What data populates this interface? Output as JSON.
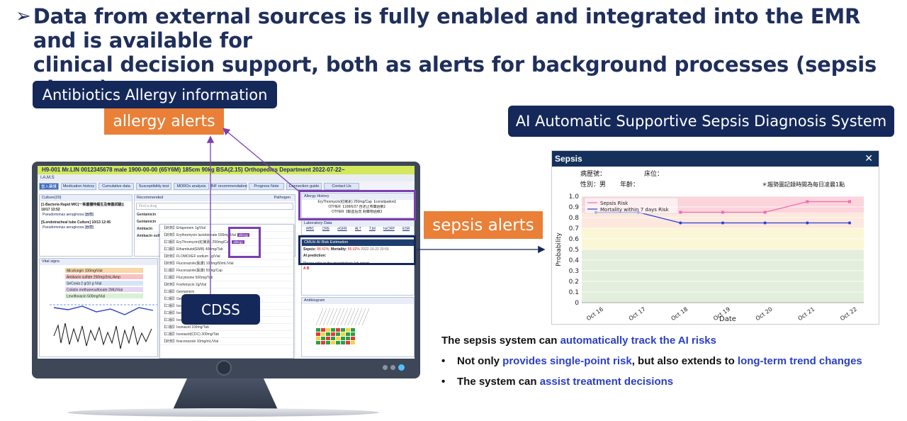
{
  "title": {
    "arrow": "➢",
    "line1": "Data from external sources is fully enabled and integrated into the EMR and is available for",
    "line2": "clinical decision support, both as alerts for background processes (sepsis alerts)"
  },
  "labels": {
    "antibiotics": "Antibiotics Allergy information",
    "allergy_alerts": "allergy alerts",
    "cdss": "CDSS",
    "sepsis_alerts": "sepsis alerts",
    "ai_system": "AI Automatic Supportive Sepsis Diagnosis System"
  },
  "colors": {
    "navy": "#15285a",
    "orange": "#ea7f37",
    "purple": "#7b3fb0",
    "highlight_blue": "#2b3fc4",
    "risk_line": "#f06bb3",
    "mortality_line": "#2a3fd4"
  },
  "emr": {
    "header": "H9-001 Mr.LIN 0012345678 male 1900-00-00 (65Y6M) 185cm 90kg BSA(2.15) Orthopedics Department 2022-07-22~",
    "app_name": "I.A.M.S",
    "tabs": [
      "當入藥護",
      "Medication history",
      "Cumulative data",
      "Susceptibility test",
      "MDROs analysis",
      "INF recommendation",
      "Progress Note",
      "Connection guide",
      "Contact Us"
    ],
    "culture": {
      "head": "Culture(20)",
      "item1": "[1-Bacteria Rapid MIC(一株菌體特擬生及無菌試驗)] 10/17 13:52",
      "item1_org": "Pseudomonas aeruginosa [器菌]",
      "item2": "[S.endotracheal tube Culture] 10/13 12:45",
      "item2_org": "Pseudomonas aeruginosa [器菌]"
    },
    "recommended": {
      "head": "Recommended",
      "pathogen": "Pathogen",
      "search_placeholder": "Find a drug",
      "rows": [
        "Gentamicin",
        "Gentamicin",
        "Amikacin",
        "Amikacin sulf"
      ]
    },
    "drug_list": [
      "【針劑】Ertapenem 1g/Vial",
      "【針劑】Erythromycin lactobionate 500mg/Vial",
      "【口服】EryThromycin(紅黴素) 250mg/Cap",
      "【口服】Ethambutol(EMB) 400mg/Tab",
      "【針劑】FLOMOXEF sodium 1g/Vial",
      "【針劑】Fluconazole(氟康) 100mg/50mL/Vial",
      "【口服】Fluconazole(氟康) 50mg/Cap",
      "【口服】Flucytosine 500mg/Tab",
      "【針劑】Fosfomycin 2g/Vial",
      "【口服】Gentamicin",
      "【口服】Gentamicin",
      "【口服】Isoniazid",
      "【口服】Isoniazid",
      "【口服】Isoniazid+pyridoxine 100mg/Cap",
      "【口服】Isoniazid 100mg/Tab",
      "【口服】Isoniazid(CDC) 300mg/Tab",
      "【針劑】Itraconazole 10mg/mL/Vial"
    ],
    "allergy_tag": "allergy",
    "vital_head": "Vital signs",
    "vital_meds": [
      "Micafungin 100mg/Vial",
      "Amikacin sulfate 250mg/2mL/Amp",
      "SeCoxia 2 g/10 g /Vial",
      "Colistin methanesulfonate 2MU/Vial",
      "Levofloxacin 500mg/Vial"
    ],
    "allergy_history": {
      "head": "Allergy History",
      "line1": "EryThromycin(紅黴素) 250mg/Cap【constipation】",
      "line2": "OTHER【108/6/27 自述止咳藥過敏】",
      "line3": "OTHER【輸血后曾 對藥物過敏】"
    },
    "lab": {
      "head": "Laboratory Data",
      "columns": [
        "WBC",
        "CRE",
        "eGFR",
        "ALT",
        "T.bil",
        "hsCRP",
        "ESR"
      ]
    },
    "ai_risk": {
      "head": "CMUH AI Risk Estimation",
      "sepsis_label": "Sepsis:",
      "sepsis_value": "88.42%",
      "mortality_label": "Mortality:",
      "mortality_value": "85.02%",
      "timestamp": "2022-10-22 20:59",
      "prediction_label": "AI prediction:",
      "note": "Please refer to the microbiology lab report.",
      "grades": "A B"
    },
    "antibiogram_head": "Antibiogram"
  },
  "sepsis_window": {
    "title": "Sepsis",
    "close": "✕",
    "record_no_label": "病歷號：",
    "bed_label": "床位：",
    "sex_label": "性別：男",
    "age_label": "年齡：",
    "note": "＊趨勢圖記錄時間為每日凌晨1點"
  },
  "chart_data": {
    "type": "line",
    "x": [
      "Oct 16",
      "Oct 17",
      "Oct 18",
      "Oct 19",
      "Oct 20",
      "Oct 21",
      "Oct 22"
    ],
    "series": [
      {
        "name": "Sepsis Risk",
        "values": [
          null,
          null,
          0.85,
          0.85,
          0.85,
          0.95,
          0.95
        ],
        "color": "#f06bb3"
      },
      {
        "name": "Mortality within 7 days Risk",
        "values": [
          0.85,
          0.85,
          0.75,
          0.75,
          0.75,
          0.75,
          0.75
        ],
        "color": "#2a3fd4"
      }
    ],
    "xlabel": "Date",
    "ylabel": "Probability",
    "ylim": [
      0,
      1.0
    ],
    "yticks": [
      "0",
      "0.1",
      "0.2",
      "0.3",
      "0.4",
      "0.5",
      "0.6",
      "0.7",
      "0.8",
      "0.9",
      "1.0"
    ],
    "bands": [
      {
        "from": 0.0,
        "to": 0.5,
        "color": "#e3efdc"
      },
      {
        "from": 0.5,
        "to": 0.7,
        "color": "#fbf6d5"
      },
      {
        "from": 0.7,
        "to": 0.85,
        "color": "#fde8dd"
      },
      {
        "from": 0.85,
        "to": 1.0,
        "color": "#fbd4dc"
      }
    ],
    "legend_placement": "top-left",
    "grid": true
  },
  "bottom": {
    "line1_a": "The sepsis system can ",
    "line1_b": "automatically track the AI risks",
    "bullet": "•",
    "line2_a": "Not only ",
    "line2_b": "provides single-point risk",
    "line2_c": ", but also extends to ",
    "line2_d": "long-term trend changes",
    "line3_a": "The system can ",
    "line3_b": "assist treatment decisions"
  }
}
